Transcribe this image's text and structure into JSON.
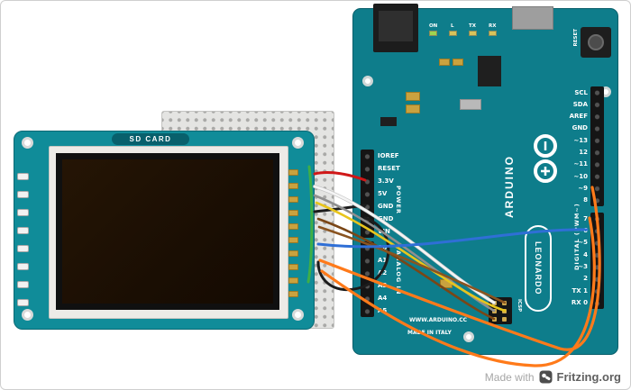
{
  "tft": {
    "label": "SD CARD"
  },
  "arduino": {
    "brand": "ARDUINO",
    "model": "LEONARDO",
    "url": "WWW.ARDUINO.CC",
    "made_in": "MADE IN ITALY",
    "reset_label": "RESET",
    "icsp_label": "ICSP",
    "digital_label": "DIGITAL (PWM~)",
    "power_label": "POWER",
    "analog_label": "ANALOG IN",
    "leds": [
      "ON",
      "L",
      "TX",
      "RX"
    ],
    "right_pins_top": [
      "SCL",
      "SDA",
      "AREF",
      "GND",
      "~13",
      "12",
      "~11",
      "~10",
      "~9",
      "8"
    ],
    "right_pins_bottom": [
      "7",
      "~6",
      "~5",
      "4",
      "~3",
      "2",
      "TX 1",
      "RX 0"
    ],
    "left_pins_power": [
      "IOREF",
      "RESET",
      "3.3V",
      "5V",
      "GND",
      "GND",
      "VIN"
    ],
    "left_pins_analog": [
      "A0",
      "A1",
      "A2",
      "A3",
      "A4",
      "A5"
    ]
  },
  "colors": {
    "board_teal": "#0e7d8b",
    "tft_teal": "#108c99",
    "breadboard_gray": "#e4e4e2",
    "screen_brown": "#1f1205"
  },
  "wires": [
    {
      "name": "green",
      "color": "#3fae46"
    },
    {
      "name": "red",
      "color": "#d01818"
    },
    {
      "name": "black-gnd",
      "color": "#1c1c1c"
    },
    {
      "name": "black-loop",
      "color": "#1c1c1c"
    },
    {
      "name": "white",
      "color": "#f4f4f4"
    },
    {
      "name": "gray",
      "color": "#8f8f8f"
    },
    {
      "name": "yellow",
      "color": "#e8c51d"
    },
    {
      "name": "brown-1",
      "color": "#7a4616"
    },
    {
      "name": "brown-2",
      "color": "#8a5420"
    },
    {
      "name": "blue",
      "color": "#2f6fd6"
    },
    {
      "name": "orange-1",
      "color": "#ff7a1a"
    },
    {
      "name": "orange-2",
      "color": "#ff7a1a"
    }
  ],
  "credit": {
    "prefix": "Made with",
    "brand": "Fritzing.org"
  }
}
